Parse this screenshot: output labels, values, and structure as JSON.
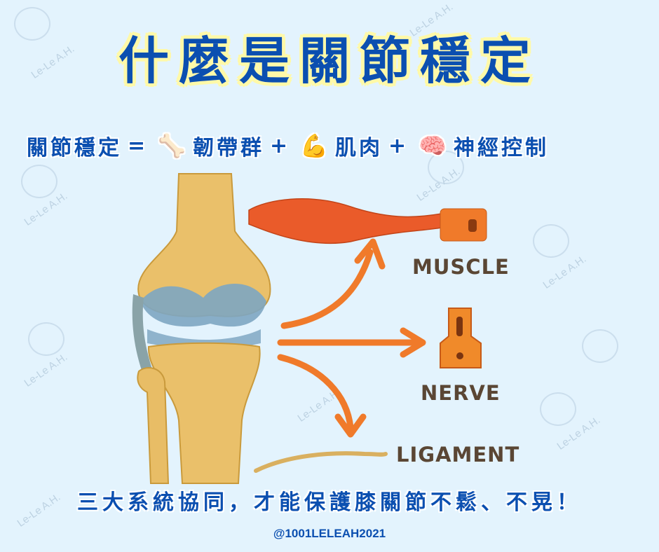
{
  "title": "什麼是關節穩定",
  "formula": {
    "lhs": "關節穩定",
    "equals": "=",
    "item1_icon": "bone-icon",
    "item1": "韌帶群",
    "plus1": "+",
    "item2_icon": "flexed-biceps-icon",
    "item2": "肌肉",
    "plus2": "+",
    "item3_icon": "brain-icon",
    "item3": "神經控制"
  },
  "labels": {
    "muscle": "MUSCLE",
    "nerve": "NERVE",
    "ligament": "LIGAMENT"
  },
  "bottom_text": "三大系統協同，才能保護膝關節不鬆、不晃！",
  "handle": "@1001LELEAH2021",
  "watermark": "Le-Le A.H.",
  "colors": {
    "title_blue": "#0b4fb0",
    "title_glow": "#fff9a8",
    "label_brown": "#5a4634",
    "arrow_orange": "#f07a2a",
    "background": "#e3f3fd"
  }
}
